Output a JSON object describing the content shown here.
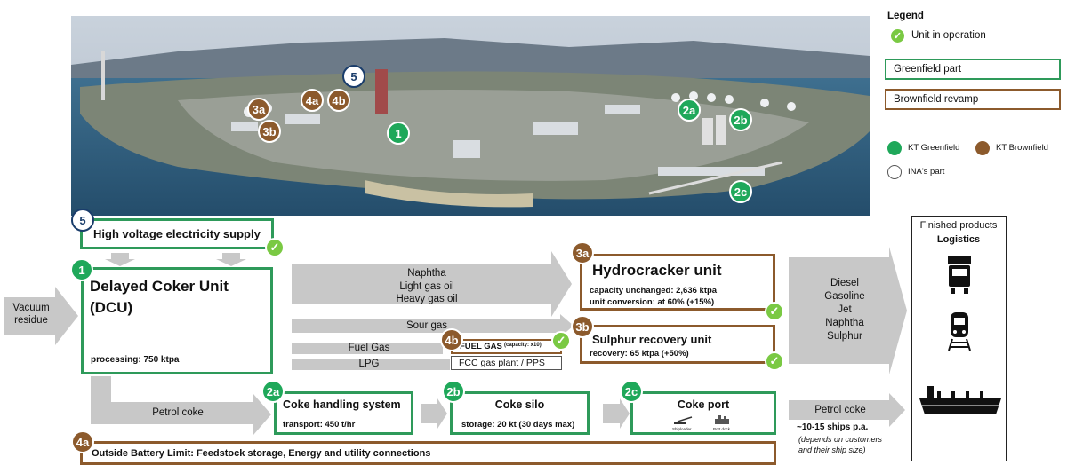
{
  "legend": {
    "title": "Legend",
    "in_operation": "Unit in operation",
    "greenfield_part": "Greenfield part",
    "brownfield_revamp": "Brownfield revamp",
    "kt_greenfield": "KT Greenfield",
    "kt_brownfield": "KT Brownfield",
    "ina_part": "INA's part",
    "colors": {
      "green": "#2e9a5a",
      "brown": "#8c5a2c",
      "check": "#7ac943"
    }
  },
  "photo_badges": [
    "5",
    "4a",
    "4b",
    "3a",
    "3b",
    "1",
    "2a",
    "2b",
    "2c"
  ],
  "inputs": {
    "vacuum_residue": "Vacuum\nresidue"
  },
  "units": {
    "u5": {
      "badge": "5",
      "title": "High voltage electricity supply"
    },
    "u1": {
      "badge": "1",
      "title": "Delayed Coker Unit\n(DCU)",
      "detail": "processing: 750 ktpa"
    },
    "u3a": {
      "badge": "3a",
      "title": "Hydrocracker unit",
      "detail1": "capacity unchanged: 2,636 ktpa",
      "detail2": "unit conversion: at 60% (+15%)"
    },
    "u3b": {
      "badge": "3b",
      "title": "Sulphur recovery unit",
      "detail": "recovery: 65 ktpa (+50%)"
    },
    "u4b": {
      "badge": "4b",
      "fuel_gas": "FUEL GAS",
      "fuel_gas_cap": "(capacity: x10)",
      "fcc": "FCC gas plant / PPS"
    },
    "u2a": {
      "badge": "2a",
      "title": "Coke handling system",
      "detail": "transport: 450 t/hr"
    },
    "u2b": {
      "badge": "2b",
      "title": "Coke silo",
      "detail": "storage: 20 kt (30 days max)"
    },
    "u2c": {
      "badge": "2c",
      "title": "Coke port",
      "icon1": "Shiploader",
      "icon2": "Port dock"
    },
    "u4a": {
      "badge": "4a",
      "title": "Outside Battery Limit: Feedstock storage, Energy and utility connections"
    }
  },
  "flows": {
    "liquids": "Naphtha\nLight gas oil\nHeavy gas oil",
    "sour_gas": "Sour gas",
    "fuel_gas": "Fuel Gas",
    "lpg": "LPG",
    "petrol_coke_in": "Petrol coke",
    "petrol_coke_out": "Petrol coke",
    "ships": "~10-15 ships p.a.",
    "ships_note": "(depends on customers\nand their ship size)",
    "products": "Diesel\nGasoline\nJet\nNaphtha\nSulphur"
  },
  "finished": {
    "title": "Finished products",
    "subtitle": "Logistics"
  }
}
